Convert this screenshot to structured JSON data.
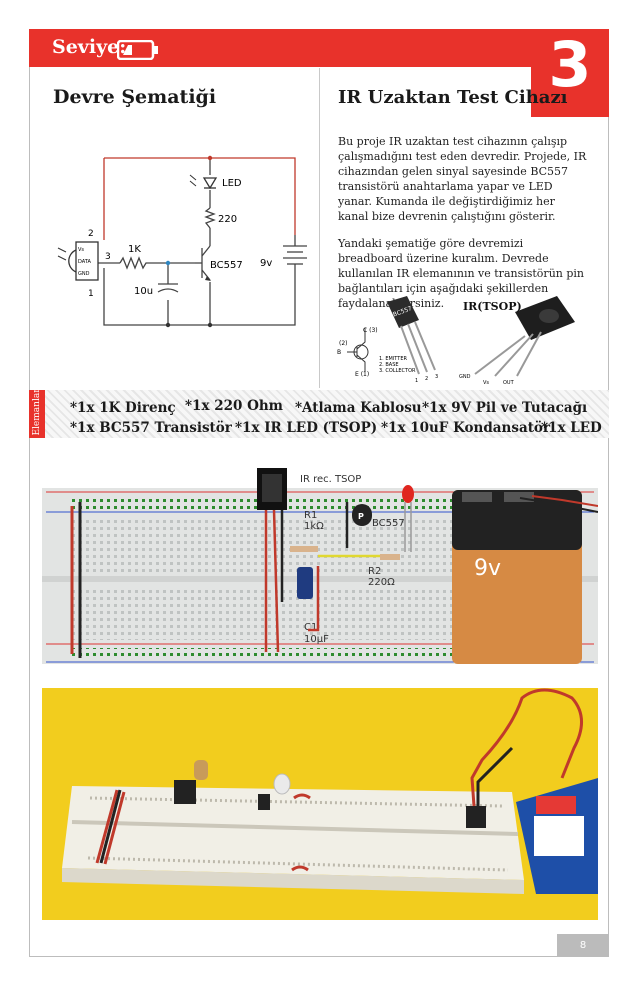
{
  "header": {
    "level_label": "Seviye:",
    "level_number": "3",
    "battery_icon": "battery-low-icon"
  },
  "left": {
    "title": "Devre Şematiği"
  },
  "right": {
    "title": "IR Uzaktan Test Cihazı",
    "paragraph1": "Bu proje IR uzaktan test cihazının çalışıp çalışmadığını test eden devredir. Projede, IR cihazından gelen sinyal sayesinde BC557 transistörü anahtarlama yapar ve LED yanar. Kumanda ile değiştirdiğimiz her kanal bize devrenin çalıştığını gösterir.",
    "paragraph2": "Yandaki şematiğe göre devremizi breadboard üzerine kuralım. Devrede kullanılan IR elemanının ve transistörün pin bağlantıları için aşağıdaki şekillerden faydalanabilirsiniz.",
    "irtsop_label": "IR(TSOP)"
  },
  "schematic": {
    "led": "LED",
    "r220": "220",
    "r1k": "1K",
    "cap": "10u",
    "transistor": "BC557",
    "battery": "9v",
    "pin2": "2",
    "pin3": "3",
    "pin1": "1",
    "vs": "Vs",
    "data": "DATA",
    "gnd": "GND"
  },
  "pinout": {
    "c3": "C (3)",
    "b2": "(2)",
    "b": "B",
    "e1": "E (1)",
    "legend1": "1. EMITTER",
    "legend2": "2. BASE",
    "legend3": "3. COLLECTOR",
    "chip": "BC557",
    "p1": "1",
    "p2": "2",
    "p3": "3",
    "gnd": "GND",
    "vs": "Vs",
    "out": "OUT"
  },
  "parts": {
    "tab_label": "Elemanlar",
    "items": [
      "*1x 1K Direnç",
      "*1x 220 Ohm",
      "*Atlama Kablosu",
      "*1x 9V Pil ve Tutacağı",
      "*1x BC557 Transistör",
      "*1x IR LED (TSOP)",
      "*1x 10uF Kondansatör",
      "*1x LED"
    ]
  },
  "breadboard": {
    "ir_label": "IR rec. TSOP",
    "r1": "R1",
    "r1v": "1kΩ",
    "q": "BC557",
    "r2": "R2",
    "r2v": "220Ω",
    "c1": "C1",
    "c1v": "10µF",
    "battery": "9v"
  },
  "footer": {
    "page": "8"
  }
}
